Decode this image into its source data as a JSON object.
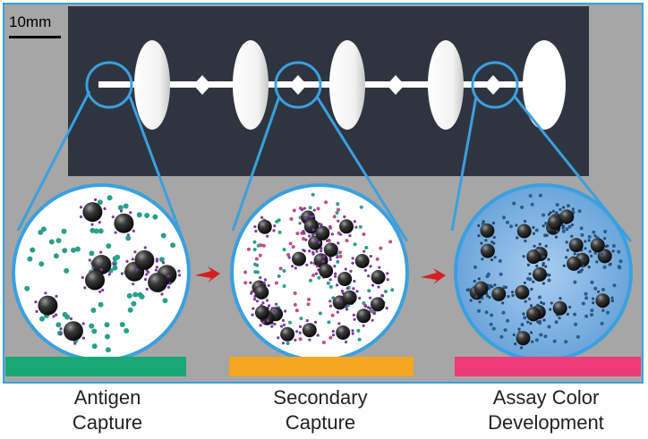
{
  "scale_bar": {
    "label": "10mm"
  },
  "stages": [
    {
      "line1": "Antigen",
      "line2": "Capture",
      "color": "#1aa874"
    },
    {
      "line1": "Secondary",
      "line2": "Capture",
      "color": "#f5a623"
    },
    {
      "line1": "Assay Color",
      "line2": "Development",
      "color": "#ee3b7a"
    }
  ],
  "colors": {
    "outline": "#3aa0e0",
    "arrow": "#d42020",
    "chip": "#2f3540",
    "panel": "#a6a6a6"
  }
}
